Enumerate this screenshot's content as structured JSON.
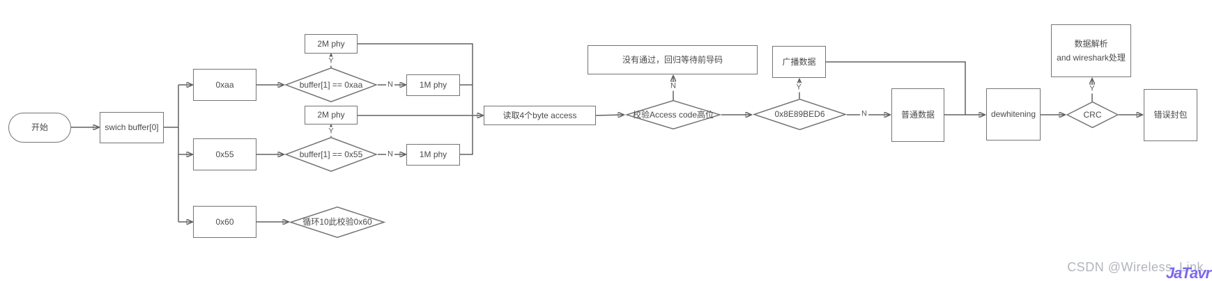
{
  "diagram": {
    "nodes": {
      "start": "开始",
      "switch_buffer": "swich buffer[0]",
      "case_0xaa": "0xaa",
      "case_0x55": "0x55",
      "case_0x60": "0x60",
      "check_buffer1_0xaa": "buffer[1] == 0xaa",
      "check_buffer1_0x55": "buffer[1] == 0x55",
      "loop_check_0x60": "循环10此校验0x60",
      "phy_2m_upper": "2M phy",
      "phy_2m_lower": "2M phy",
      "phy_1m_upper": "1M phy",
      "phy_1m_lower": "1M phy",
      "read_4byte_access": "读取4个byte access",
      "not_passed_wait_preamble": "没有通过，回归等待前导码",
      "check_access_code_high": "校验Access code高位",
      "broadcast_data": "广播数据",
      "access_addr_0x8e89bed6": "0x8E89BED6",
      "normal_data": "普通数据",
      "dewhitening": "dewhitening",
      "crc": "CRC",
      "data_parse_wireshark": "数据解析\nand wireshark处理",
      "error_packet": "错误封包"
    },
    "edge_labels": {
      "yes_0xaa": "Y",
      "no_0xaa": "N",
      "yes_0x55": "Y",
      "no_0x55": "N",
      "no_access_code": "N",
      "yes_broadcast": "Y",
      "no_broadcast": "N",
      "yes_crc": "Y"
    }
  },
  "watermark": {
    "text": "CSDN @Wireless_Link",
    "logo_text": "JaTavr"
  },
  "colors": {
    "line": "#616161",
    "node_border": "#737373",
    "node_text": "#4a4a4a",
    "watermark_text": "#b2b5bc",
    "logo": "#7b68ee"
  }
}
